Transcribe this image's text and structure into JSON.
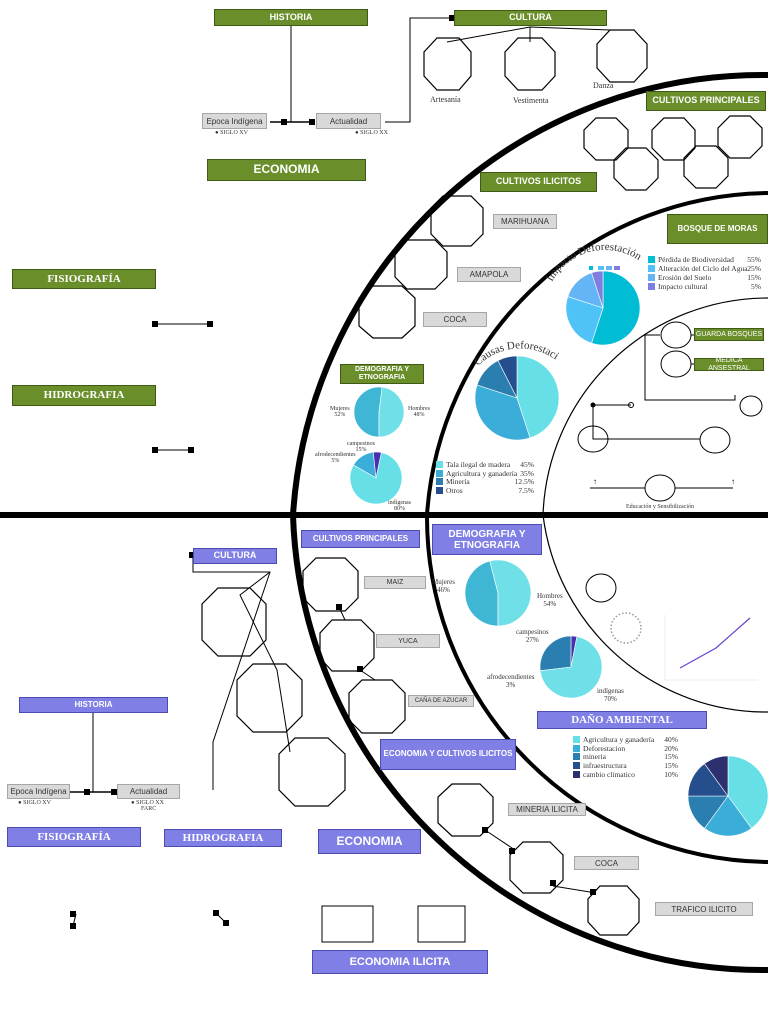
{
  "colors": {
    "green": "#6a8e2a",
    "purple": "#7f7fe6",
    "teal": "#4fd3e0",
    "blue": "#3aa3cf",
    "navy": "#2d3a78"
  },
  "top": {
    "historia": "HISTORIA",
    "cultura": "CULTURA",
    "epoca": "Epoca Indígena",
    "epoca_sub": "SIGLO XV",
    "actualidad": "Actualidad",
    "actualidad_sub": "SIGLO XX",
    "artesania": "Artesanía",
    "vestimenta": "Vestimenta",
    "danza": "Danza",
    "economia": "ECONOMIA",
    "fisiografia": "FISIOGRAFÍA",
    "hidrografia": "HIDROGRAFIA",
    "cultivos_principales": "CULTIVOS PRINCIPALES",
    "cultivos_ilicitos": "CULTIVOS ILICITOS",
    "marihuana": "MARIHUANA",
    "amapola": "AMAPOLA",
    "coca": "COCA",
    "bosque": "BOSQUE DE MORAS",
    "guarda": "GUARDA BOSQUES",
    "medica": "MEDICA ANSESTRAL",
    "educacion": "Educación y Sensibilización",
    "demografia": "DEMOGRAFIA Y ETNOGRAFIA",
    "mujeres": "Mujeres",
    "mujeres_pct": "52%",
    "hombres": "Hombres",
    "hombres_pct": "48%",
    "campesinos": "campesinos",
    "campesinos_pct": "15%",
    "afro": "afrodecendientes",
    "afro_pct": "5%",
    "indigenas": "indígenas",
    "indigenas_pct": "80%",
    "impacto_title": "Impacto Deforestación",
    "impacto_legend": [
      {
        "label": "Pérdida de Biodiversidad",
        "value": "55%",
        "color": "#00bcd4"
      },
      {
        "label": "Alteración del Ciclo del Agua",
        "value": "25%",
        "color": "#4fc3f7"
      },
      {
        "label": "Erosión del Suelo",
        "value": "15%",
        "color": "#64b5f6"
      },
      {
        "label": "Impacto cultural",
        "value": "5%",
        "color": "#7e7ee0"
      }
    ],
    "causas_title": "Causas Deforestación",
    "causas_legend": [
      {
        "label": "Tala ilegal de madera",
        "value": "45%",
        "color": "#66e0e6"
      },
      {
        "label": "Agricultura y ganadería",
        "value": "35%",
        "color": "#3aaed8"
      },
      {
        "label": "Minería",
        "value": "12.5%",
        "color": "#2a7fb0"
      },
      {
        "label": "Otros",
        "value": "7.5%",
        "color": "#254e8c"
      }
    ]
  },
  "bottom": {
    "cultura": "CULTURA",
    "historia": "HISTORIA",
    "epoca": "Epoca Indígena",
    "epoca_sub": "SIGLO XV",
    "actualidad": "Actualidad",
    "actualidad_sub": "SIGLO XX",
    "actualidad_sub2": "FARC",
    "fisiografia": "FISIOGRAFÍA",
    "hidrografia": "HIDROGRAFIA",
    "economia": "ECONOMIA",
    "economia_ilicita": "ECONOMIA ILICITA",
    "cultivos_principales": "CULTIVOS PRINCIPALES",
    "maiz": "MAIZ",
    "yuca": "YUCA",
    "cana": "CAÑA DE AZUCAR",
    "demografia": "DEMOGRAFIA Y ETNOGRAFIA",
    "mujeres": "Mujeres",
    "mujeres_pct": "46%",
    "hombres": "Hombres",
    "hombres_pct": "54%",
    "campesinos": "campesinos",
    "campesinos_pct": "27%",
    "afro": "afrodecendientes",
    "afro_pct": "3%",
    "indigenas": "indígenas",
    "indigenas_pct": "70%",
    "dano": "DAÑO AMBIENTAL",
    "dano_legend": [
      {
        "label": "Agricultura y ganadería",
        "value": "40%",
        "color": "#66e0e6"
      },
      {
        "label": "Deforestacion",
        "value": "20%",
        "color": "#3aaed8"
      },
      {
        "label": "mineria",
        "value": "15%",
        "color": "#2a7fb0"
      },
      {
        "label": "infraestructura",
        "value": "15%",
        "color": "#254e8c"
      },
      {
        "label": "cambio climatico",
        "value": "10%",
        "color": "#2d2f6e"
      }
    ],
    "eco_cultivos": "ECONOMIA Y CULTIVOS ILICITOS",
    "mineria": "MINERIA ILICITA",
    "coca": "COCA",
    "trafico": "TRAFICO ILICITO"
  },
  "chart_data": [
    {
      "type": "pie",
      "title": "Impacto Deforestación",
      "categories": [
        "Pérdida de Biodiversidad",
        "Alteración del Ciclo del Agua",
        "Erosión del Suelo",
        "Impacto cultural"
      ],
      "values": [
        55,
        25,
        15,
        5
      ]
    },
    {
      "type": "pie",
      "title": "Causas Deforestación",
      "categories": [
        "Tala ilegal de madera",
        "Agricultura y ganadería",
        "Minería",
        "Otros"
      ],
      "values": [
        45,
        35,
        12.5,
        7.5
      ]
    },
    {
      "type": "pie",
      "categories": [
        "Mujeres",
        "Hombres"
      ],
      "values": [
        52,
        48
      ]
    },
    {
      "type": "pie",
      "categories": [
        "campesinos",
        "afrodecendientes",
        "indígenas"
      ],
      "values": [
        15,
        5,
        80
      ]
    },
    {
      "type": "pie",
      "categories": [
        "Mujeres",
        "Hombres"
      ],
      "values": [
        46,
        54
      ]
    },
    {
      "type": "pie",
      "categories": [
        "campesinos",
        "afrodecendientes",
        "indígenas"
      ],
      "values": [
        27,
        3,
        70
      ]
    },
    {
      "type": "pie",
      "categories": [
        "Agricultura y ganadería",
        "Deforestacion",
        "mineria",
        "infraestructura",
        "cambio climatico"
      ],
      "values": [
        40,
        20,
        15,
        15,
        10
      ]
    }
  ]
}
